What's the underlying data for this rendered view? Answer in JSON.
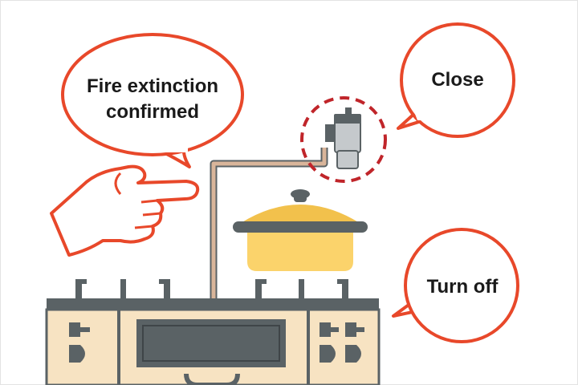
{
  "bubbles": {
    "fire": {
      "line1": "Fire extinction",
      "line2": "confirmed"
    },
    "close": {
      "text": "Close"
    },
    "turn_off": {
      "text": "Turn off"
    }
  },
  "colors": {
    "accent_red": "#e8482a",
    "pot_yellow": "#fbd36b",
    "lid_yellow": "#f2c14c",
    "dark_gray": "#5a6265",
    "stove_beige": "#f7e3c2",
    "pipe": "#d9b59a",
    "valve_gray": "#c5c9cc"
  },
  "icons": [
    "pointing-hand-icon",
    "gas-valve-icon",
    "pot-icon",
    "stove-icon",
    "knob-icon"
  ]
}
